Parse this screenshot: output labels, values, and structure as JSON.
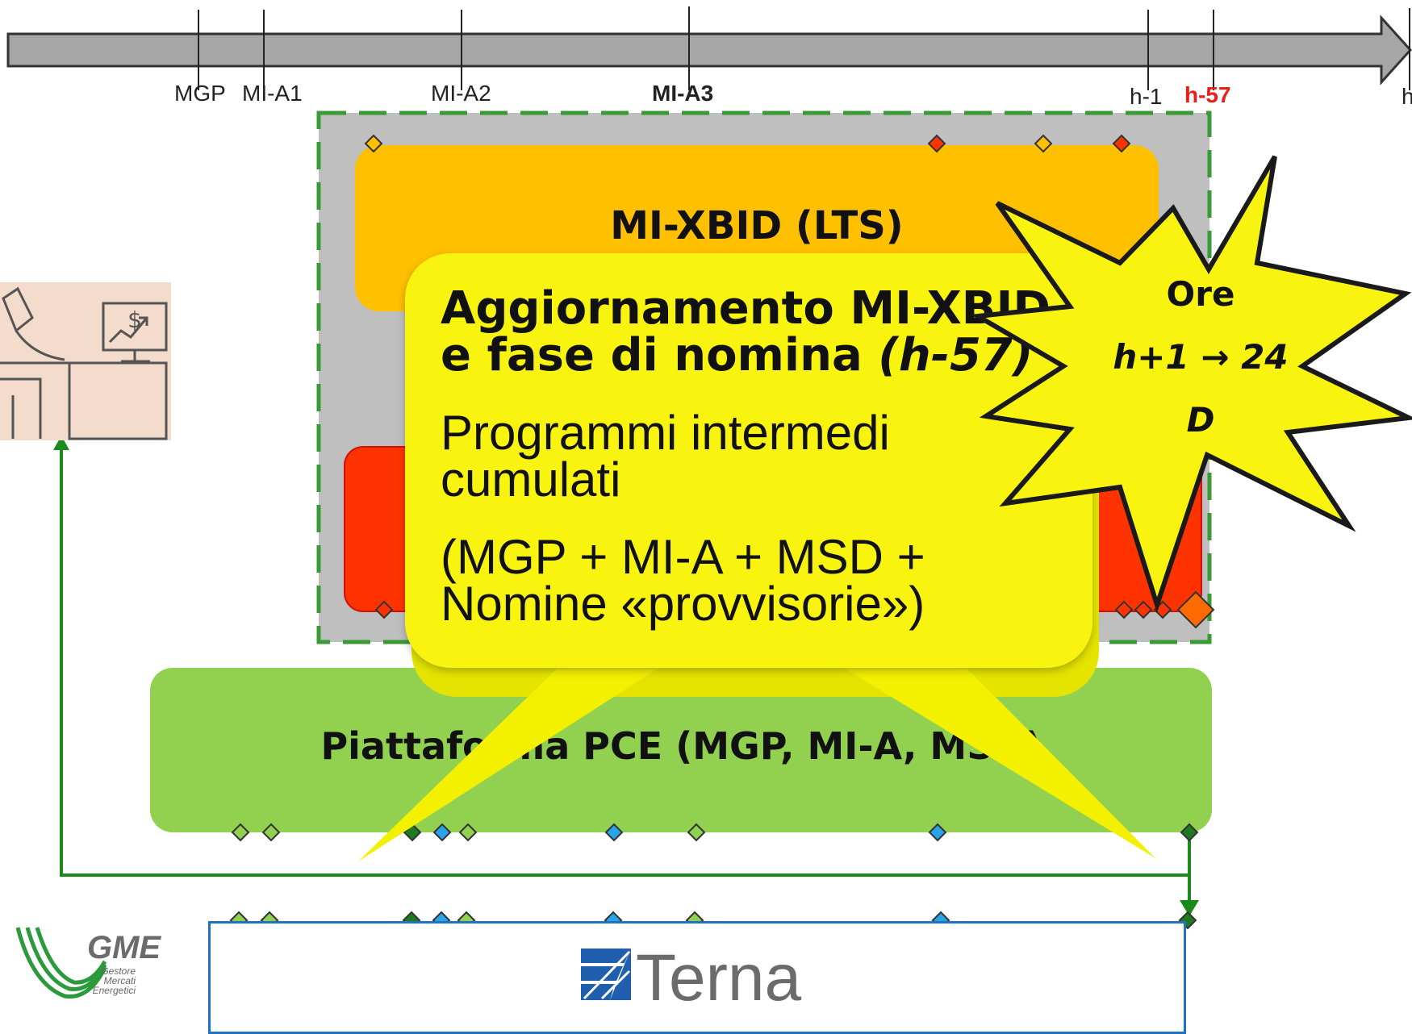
{
  "timeline": {
    "ticks": [
      {
        "label": "MGP",
        "style": "normal"
      },
      {
        "label": "MI-A1",
        "style": "normal"
      },
      {
        "label": "MI-A2",
        "style": "normal"
      },
      {
        "label": "MI-A3",
        "style": "bold"
      },
      {
        "label": "h-1",
        "style": "normal"
      },
      {
        "label": "h-57",
        "style": "red"
      },
      {
        "label": "h",
        "style": "normal"
      }
    ]
  },
  "lts_box": {
    "title": "MI-XBID (LTS)"
  },
  "platform_box": {
    "title": "Piattaforma PCE (MGP, MI-A, MSD)"
  },
  "callout": {
    "title_line1": "Aggiornamento MI-XBID",
    "title_line2_plain": "e fase di nomina ",
    "title_line2_italic": "(h-57)",
    "subtitle_line1": "Programmi intermedi",
    "subtitle_line2": "cumulati",
    "detail_line1": "(MGP + MI-A + MSD +",
    "detail_line2": "Nomine «provvisorie»)"
  },
  "star": {
    "line1": "Ore",
    "line2": "h+1 → 24",
    "line3": "D"
  },
  "gme_logo": {
    "name": "GME",
    "line1": "Gestore",
    "line2": "Mercati",
    "line3": "Energetici"
  },
  "terna_logo": {
    "name": "Terna"
  },
  "colors": {
    "lts": "#ffc000",
    "red_box": "#ff3300",
    "platform": "#92d050",
    "callout": "#f9f40f",
    "dashed_border": "#3a9b35",
    "terna_border": "#1f72c4",
    "arrow_green": "#1b8a1b",
    "h57_red": "#e8201a"
  }
}
